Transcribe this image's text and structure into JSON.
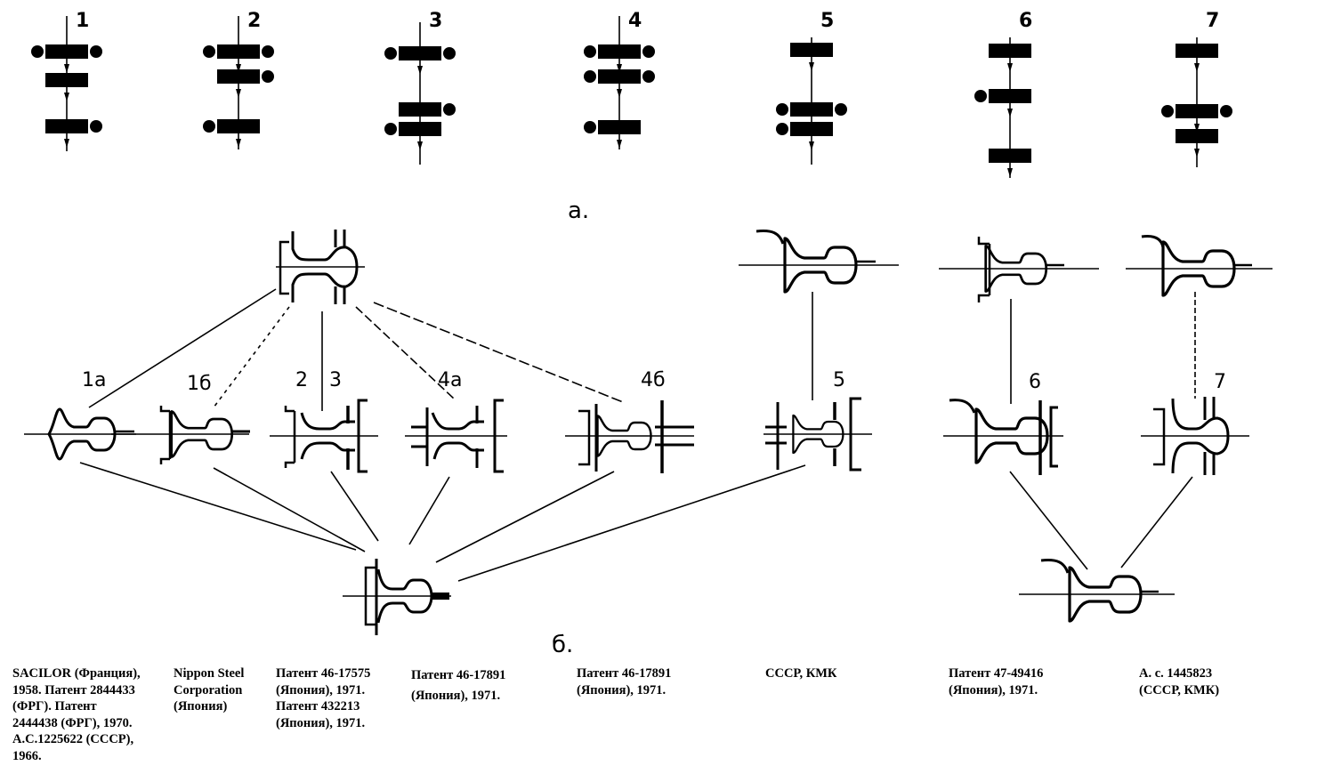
{
  "part_a": {
    "label": "а.",
    "schemes": [
      {
        "number": "1",
        "stands": [
          {
            "rolls_left": true,
            "rolls_right": true
          },
          {
            "rolls_left": false,
            "rolls_right": false
          },
          {
            "rolls_left": false,
            "rolls_right": true
          }
        ]
      },
      {
        "number": "2",
        "stands": [
          {
            "rolls_left": true,
            "rolls_right": true
          },
          {
            "rolls_left": false,
            "rolls_right": true
          },
          {
            "rolls_left": true,
            "rolls_right": false
          }
        ]
      },
      {
        "number": "3",
        "stands": [
          {
            "rolls_left": true,
            "rolls_right": true
          },
          {
            "rolls_left": false,
            "rolls_right": true
          },
          {
            "rolls_left": true,
            "rolls_right": false
          }
        ]
      },
      {
        "number": "4",
        "stands": [
          {
            "rolls_left": true,
            "rolls_right": true
          },
          {
            "rolls_left": true,
            "rolls_right": true
          },
          {
            "rolls_left": true,
            "rolls_right": false
          }
        ]
      },
      {
        "number": "5",
        "stands": [
          {
            "rolls_left": false,
            "rolls_right": false
          },
          {
            "rolls_left": true,
            "rolls_right": true
          },
          {
            "rolls_left": true,
            "rolls_right": false
          }
        ]
      },
      {
        "number": "6",
        "stands": [
          {
            "rolls_left": false,
            "rolls_right": false
          },
          {
            "rolls_left": true,
            "rolls_right": false
          },
          {
            "rolls_left": false,
            "rolls_right": false
          }
        ]
      },
      {
        "number": "7",
        "stands": [
          {
            "rolls_left": false,
            "rolls_right": false
          },
          {
            "rolls_left": true,
            "rolls_right": true
          },
          {
            "rolls_left": false,
            "rolls_right": false
          }
        ]
      }
    ]
  },
  "part_b": {
    "label": "б.",
    "variant_labels": [
      "1а",
      "1б",
      "2",
      "3",
      "4а",
      "4б",
      "5",
      "6",
      "7"
    ]
  },
  "captions": [
    {
      "text": "SACILOR (Франция),\n1958.  Патент 2844433\n(ФРГ).  Патент\n2444438 (ФРГ), 1970.\nА.С.1225622 (СССР),\n1966."
    },
    {
      "text": "Nippon Steel\nCorporation\n(Япония)"
    },
    {
      "text": "Патент 46-17575\n(Япония),  1971.\nПатент 432213\n(Япония),  1971."
    },
    {
      "text": "Патент 46-17891\n(Япония),  1971."
    },
    {
      "text": "Патент 46-17891\n(Япония),  1971."
    },
    {
      "text": "СССР, КМК"
    },
    {
      "text": "Патент 47-49416\n(Япония), 1971."
    },
    {
      "text": "А. с. 1445823\n(СССР, КМК)"
    }
  ]
}
